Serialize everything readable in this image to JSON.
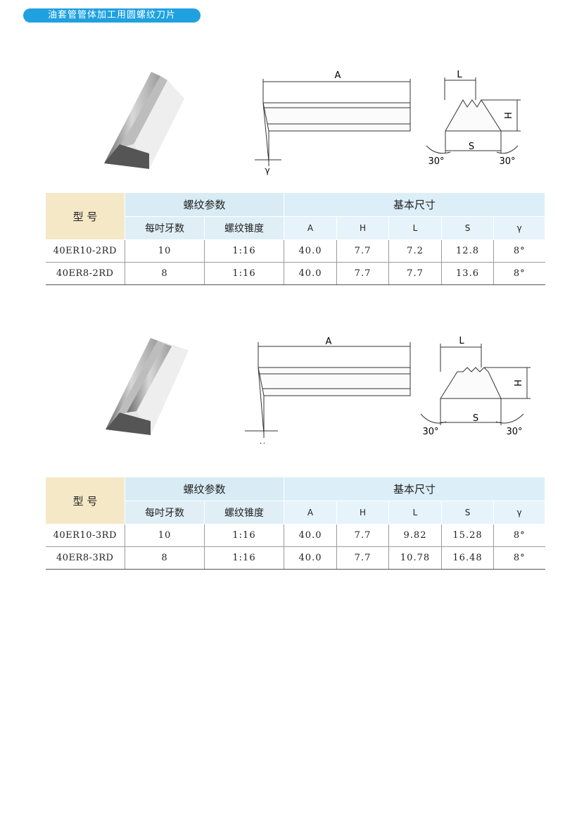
{
  "header": {
    "title": "油套管管体加工用圆螺纹刀片"
  },
  "figure_labels": {
    "a": "A",
    "l": "L",
    "h": "H",
    "s": "S",
    "gamma": "γ",
    "angle_left": "30°",
    "angle_right": "30°"
  },
  "tables": [
    {
      "model_label": "型 号",
      "group1": "螺纹参数",
      "group2": "基本尺寸",
      "columns": [
        "每吋牙数",
        "螺纹锥度",
        "A",
        "H",
        "L",
        "S",
        "γ"
      ],
      "rows": [
        [
          "40ER10-2RD",
          "10",
          "1:16",
          "40.0",
          "7.7",
          "7.2",
          "12.8",
          "8°"
        ],
        [
          "40ER8-2RD",
          "8",
          "1:16",
          "40.0",
          "7.7",
          "7.7",
          "13.6",
          "8°"
        ]
      ]
    },
    {
      "model_label": "型 号",
      "group1": "螺纹参数",
      "group2": "基本尺寸",
      "columns": [
        "每吋牙数",
        "螺纹锥度",
        "A",
        "H",
        "L",
        "S",
        "γ"
      ],
      "rows": [
        [
          "40ER10-3RD",
          "10",
          "1:16",
          "40.0",
          "7.7",
          "9.82",
          "15.28",
          "8°"
        ],
        [
          "40ER8-3RD",
          "8",
          "1:16",
          "40.0",
          "7.7",
          "10.78",
          "16.48",
          "8°"
        ]
      ]
    }
  ],
  "colors": {
    "badge": "#1fa1e0",
    "model_cell": "#f5e8c7",
    "header_cell": "#d9ecf5"
  }
}
